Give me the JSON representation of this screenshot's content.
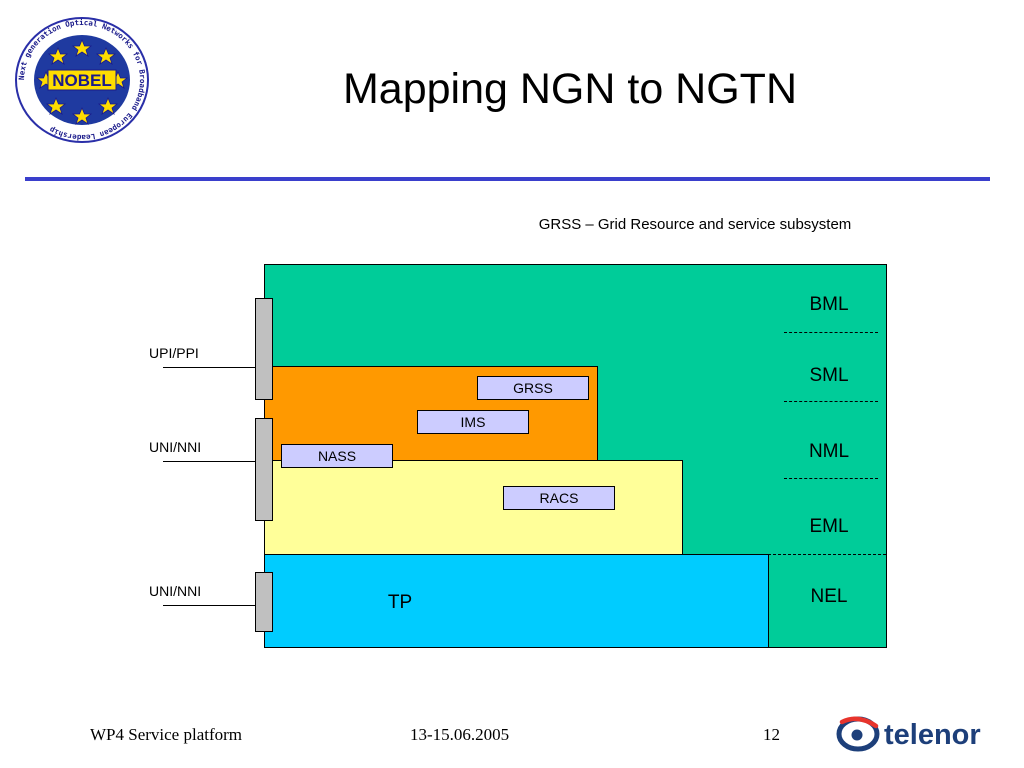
{
  "header": {
    "title": "Mapping NGN to NGTN",
    "logo_text": "NOBEL",
    "logo_ring_text": "Next generation Optical Networks for Broadband European Leadership"
  },
  "diagram": {
    "caption": "GRSS – Grid Resource and service subsystem",
    "boxes": {
      "grss": "GRSS",
      "ims": "IMS",
      "nass": "NASS",
      "racs": "RACS"
    },
    "transport_label": "TP",
    "layers": [
      "BML",
      "SML",
      "NML",
      "EML",
      "NEL"
    ],
    "interfaces": [
      "UPI/PPI",
      "UNI/NNI",
      "UNI/NNI"
    ]
  },
  "footer": {
    "left": "WP4 Service platform",
    "date": "13-15.06.2005",
    "page_number": "12",
    "company": "telenor"
  },
  "colors": {
    "rule": "#3a3fcc",
    "green": "#00cc99",
    "orange": "#ff9900",
    "yellow": "#ffff99",
    "blue": "#00ccff",
    "box": "#ccccff",
    "interface": "#c0c0c0"
  }
}
